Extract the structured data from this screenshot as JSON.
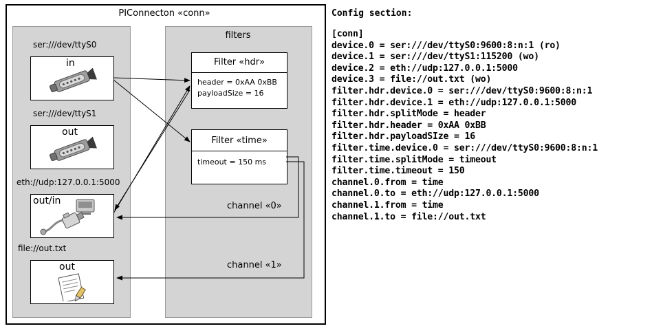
{
  "diagram": {
    "outer_title": "PIConnecton «conn»",
    "left_panel": {
      "nodes": [
        {
          "caption": "ser:///dev/ttyS0",
          "label": "in",
          "icon": "serial-port-icon"
        },
        {
          "caption": "ser:///dev/ttyS1",
          "label": "out",
          "icon": "serial-port-icon"
        },
        {
          "caption": "eth://udp:127.0.0.1:5000",
          "label": "out/in",
          "icon": "network-plug-icon"
        },
        {
          "caption": "file://out.txt",
          "label": "out",
          "icon": "text-file-icon"
        }
      ]
    },
    "right_panel": {
      "title": "filters",
      "filters": [
        {
          "title": "Filter «hdr»",
          "lines": [
            "header = 0xAA 0xBB",
            "payloadSize = 16"
          ]
        },
        {
          "title": "Filter «time»",
          "lines": [
            "timeout = 150 ms"
          ]
        }
      ],
      "channels": [
        "channel «0»",
        "channel «1»"
      ]
    }
  },
  "config": {
    "heading": "Config section:",
    "text": "[conn]\ndevice.0 = ser:///dev/ttyS0:9600:8:n:1 (ro)\ndevice.1 = ser:///dev/ttyS1:115200 (wo)\ndevice.2 = eth://udp:127.0.0.1:5000\ndevice.3 = file://out.txt (wo)\nfilter.hdr.device.0 = ser:///dev/ttyS0:9600:8:n:1\nfilter.hdr.device.1 = eth://udp:127.0.0.1:5000\nfilter.hdr.splitMode = header\nfilter.hdr.header = 0xAA 0xBB\nfilter.hdr.payloadSIze = 16\nfilter.time.device.0 = ser:///dev/ttyS0:9600:8:n:1\nfilter.time.splitMode = timeout\nfilter.time.timeout = 150\nchannel.0.from = time\nchannel.0.to = eth://udp:127.0.0.1:5000\nchannel.1.from = time\nchannel.1.to = file://out.txt"
  }
}
